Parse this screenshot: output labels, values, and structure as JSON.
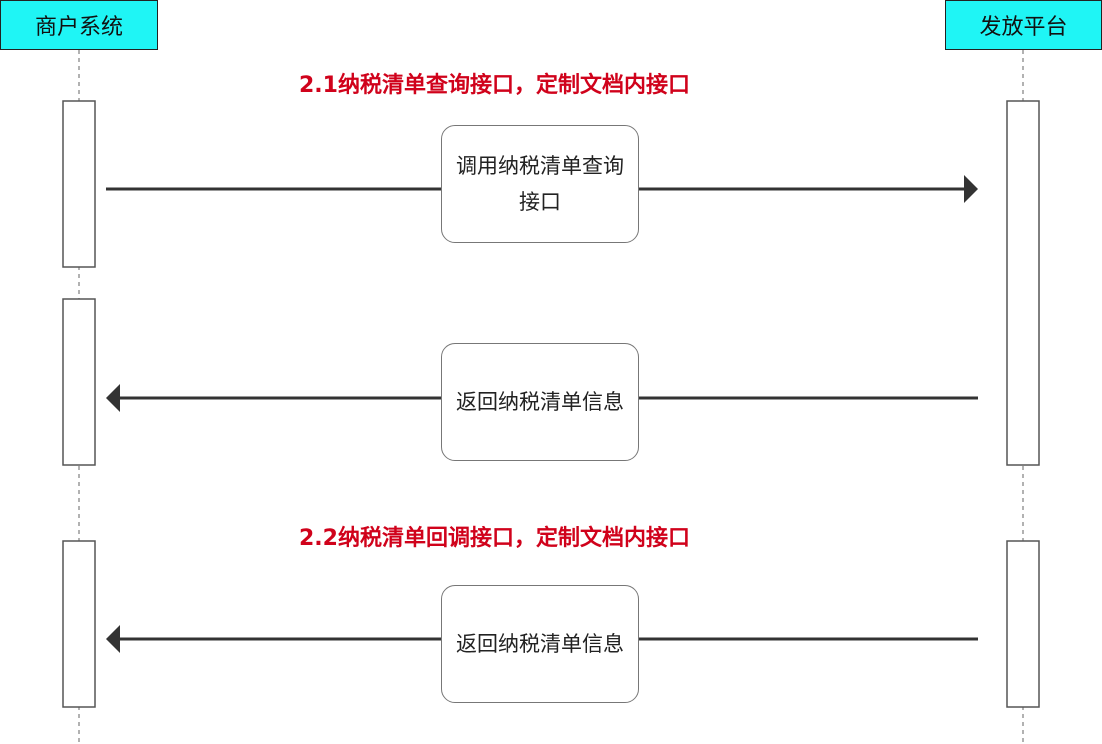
{
  "participants": {
    "left": "商户系统",
    "right": "发放平台"
  },
  "notes": {
    "query": "2.1纳税清单查询接口，定制文档内接口",
    "callback": "2.2纳税清单回调接口，定制文档内接口"
  },
  "messages": [
    {
      "label": "调用纳税清单查询接口",
      "direction": "right"
    },
    {
      "label": "返回纳税清单信息",
      "direction": "left"
    },
    {
      "label": "返回纳税清单信息",
      "direction": "left"
    }
  ],
  "colors": {
    "participant_fill": "#1ff5f5",
    "note_text": "#d0021b",
    "arrow": "#333333"
  }
}
